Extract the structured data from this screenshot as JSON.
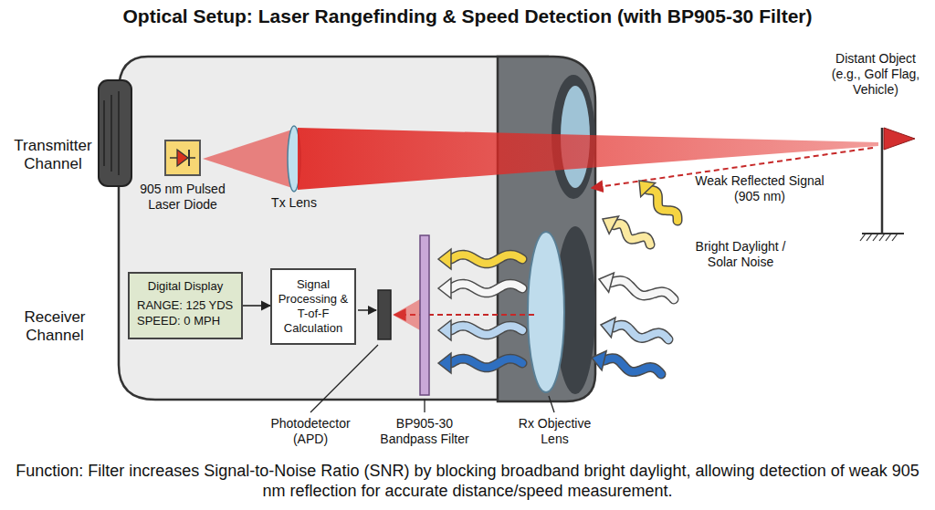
{
  "diagram": {
    "title": "Optical Setup: Laser Rangefinding & Speed Detection (with BP905-30 Filter)",
    "caption": "Function: Filter increases Signal-to-Noise Ratio (SNR) by blocking broadband bright daylight, allowing detection of weak 905 nm reflection for accurate distance/speed measurement.",
    "nodes": [
      {
        "text": [
          "905 nm Pulsed Laser Diode"
        ]
      },
      {
        "text": [
          "Digital Display",
          "RANGE: 125 YDS",
          "SPEED: 0 MPH"
        ]
      },
      {
        "text": [
          "Signal Processing & T-of-F Calculation"
        ]
      }
    ],
    "edges": [
      {
        "from": 1,
        "to": 2,
        "arrow": "to"
      }
    ],
    "labels": [
      "Transmitter Channel",
      "Receiver Channel",
      "Tx Lens",
      "Weak Reflected Signal (905 nm)",
      "Distant Object (e.g., Golf Flag, Vehicle)",
      "Bright Daylight / Solar Noise",
      "Photodetector (APD)",
      "BP905-30 Bandpass Filter",
      "Rx Objective Lens"
    ]
  }
}
